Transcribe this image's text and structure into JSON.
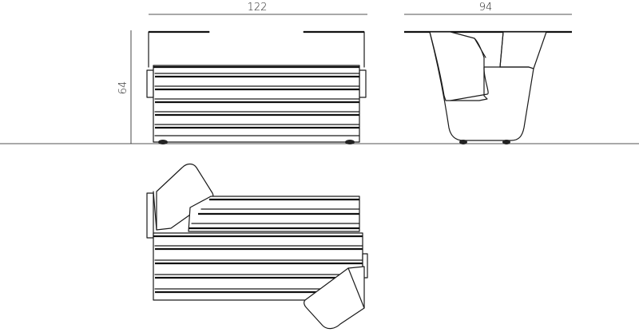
{
  "dimensions": {
    "front_width": "122",
    "side_depth": "94",
    "height": "64"
  },
  "colors": {
    "line": "#1a1a1a",
    "background": "#ffffff"
  }
}
